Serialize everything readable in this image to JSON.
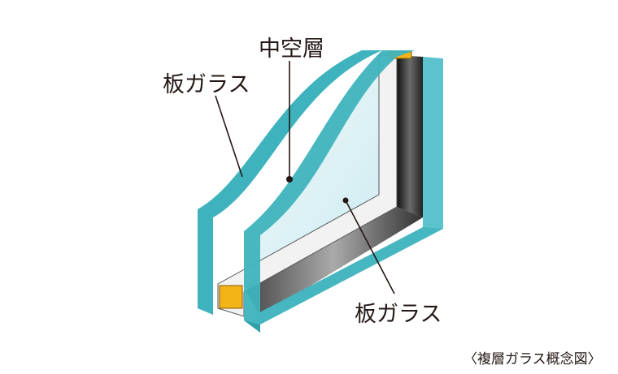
{
  "labels": {
    "hollow_layer": "中空層",
    "glass_pane_outer": "板ガラス",
    "glass_pane_inner": "板ガラス"
  },
  "caption": "〈複層ガラス概念図〉",
  "colors": {
    "glass_edge": "#3fb3bd",
    "glass_face": "#dff3f6",
    "spacer_dark": "#2b2b2b",
    "desiccant": "#f2b416",
    "text": "#231815"
  }
}
